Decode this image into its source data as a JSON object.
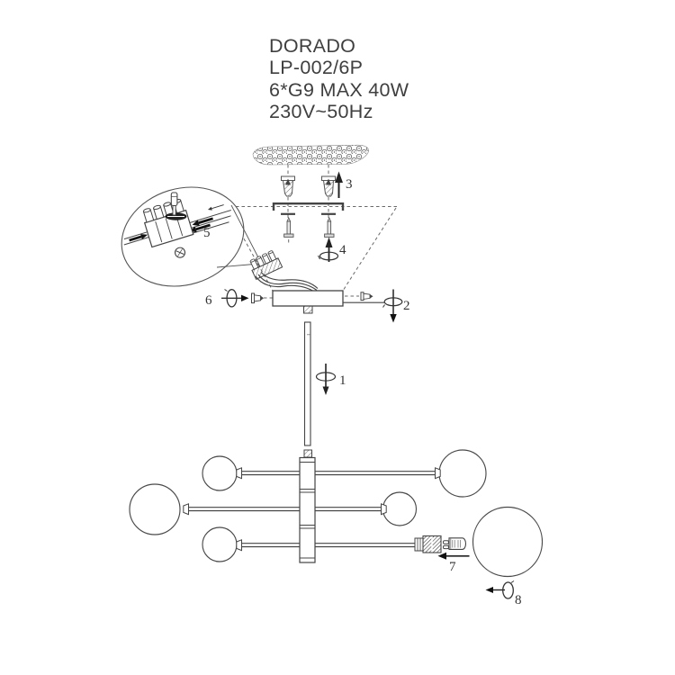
{
  "title_block": {
    "brand": "DORADO",
    "model": "LP-002/6P",
    "bulb_spec": "6*G9 MAX 40W",
    "voltage": "230V~50Hz"
  },
  "callouts": {
    "c1": "1",
    "c2": "2",
    "c3": "3",
    "c4": "4",
    "c5": "5",
    "c6": "6",
    "c7": "7",
    "c8": "8"
  },
  "colors": {
    "line": "#444444",
    "construction_line": "#6a6a6a",
    "arrow_fill": "#111111",
    "text": "#3f3f3f",
    "background": "#ffffff"
  }
}
